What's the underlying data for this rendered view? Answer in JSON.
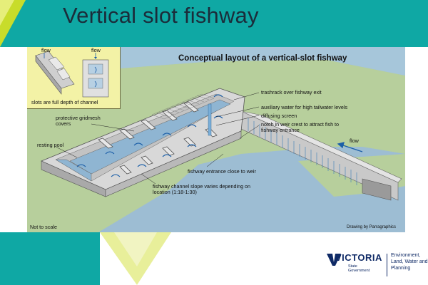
{
  "slide": {
    "title": "Vertical slot fishway"
  },
  "figure": {
    "title": "Conceptual layout of a vertical-slot fishway",
    "inset": {
      "flow_left": "flow",
      "flow_right": "flow",
      "caption": "slots are full depth of channel"
    },
    "labels": {
      "trashrack": "trashrack over fishway exit",
      "auxiliary": "auxiliary water for high tailwater levels",
      "diffusing": "diffusing screen",
      "notch": "notch in weir crest to attract fish to fishway entrance",
      "gridmesh": "protective gridmesh covers",
      "resting_pool": "resting pool",
      "flow_main": "flow",
      "entrance": "fishway entrance close to weir",
      "slope": "fishway channel slope varies depending on location (1:18-1:30)",
      "not_to_scale": "Not to scale",
      "credit": "Drawing by Parragraphics"
    }
  },
  "logo": {
    "wordmark": "VICTORIA",
    "subtext": "State Government",
    "tagline": "Environment, Land, Water and Planning"
  },
  "colors": {
    "teal": "#0fa8a4",
    "lime": "#c8dc2a",
    "inset_bg": "#f3f2a6",
    "water": "#9dbdd3",
    "land": "#b7cf9c",
    "logo_navy": "#0f2a66"
  }
}
